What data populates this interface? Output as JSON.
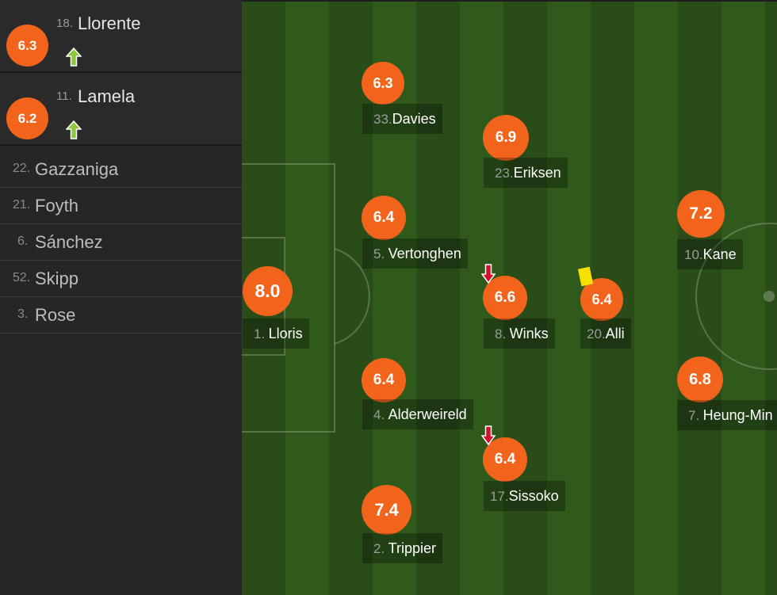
{
  "substitutes": [
    {
      "rating": "6.3",
      "number": "18.",
      "name": "Llorente",
      "status": "subbed-on"
    },
    {
      "rating": "6.2",
      "number": "11.",
      "name": "Lamela",
      "status": "subbed-on"
    }
  ],
  "bench": [
    {
      "number": "22.",
      "name": "Gazzaniga"
    },
    {
      "number": "21.",
      "name": "Foyth"
    },
    {
      "number": "6.",
      "name": "Sánchez"
    },
    {
      "number": "52.",
      "name": "Skipp"
    },
    {
      "number": "3.",
      "name": "Rose"
    }
  ],
  "players": [
    {
      "rating": "6.3",
      "number": "33.",
      "name": "Davies"
    },
    {
      "rating": "6.9",
      "number": "23.",
      "name": "Eriksen"
    },
    {
      "rating": "6.4",
      "number": "5.",
      "name": "Vertonghen"
    },
    {
      "rating": "8.0",
      "number": "1.",
      "name": "Lloris"
    },
    {
      "rating": "6.6",
      "number": "8.",
      "name": "Winks",
      "event": "subbed-off"
    },
    {
      "rating": "6.4",
      "number": "20.",
      "name": "Alli",
      "event": "yellow-card"
    },
    {
      "rating": "7.2",
      "number": "10.",
      "name": "Kane"
    },
    {
      "rating": "6.4",
      "number": "4.",
      "name": "Alderweireld"
    },
    {
      "rating": "6.4",
      "number": "17.",
      "name": "Sissoko",
      "event": "subbed-off"
    },
    {
      "rating": "6.8",
      "number": "7.",
      "name": "Heung-Min"
    },
    {
      "rating": "7.4",
      "number": "2.",
      "name": "Trippier"
    }
  ],
  "colors": {
    "rating_badge": "#f2641c",
    "pitch_dark": "#294c18",
    "pitch_light": "#2f5a1c",
    "sub_on_arrow": "#8dc73f",
    "sub_off_arrow": "#d3102b",
    "yellow_card": "#f5e000"
  },
  "icons": {
    "sub_on": "arrow-up-icon",
    "sub_off": "arrow-down-icon",
    "booking": "yellow-card-icon"
  }
}
